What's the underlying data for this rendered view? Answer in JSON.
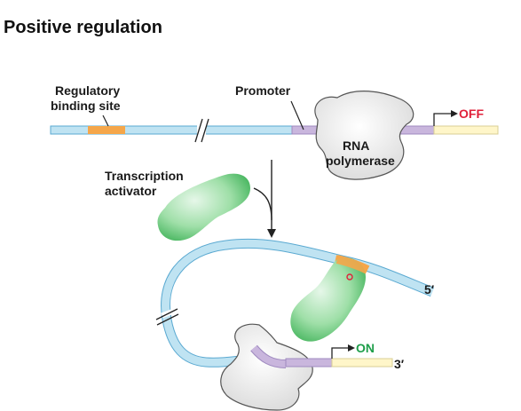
{
  "title": "Positive regulation",
  "labels": {
    "regulatory_site_line1": "Regulatory",
    "regulatory_site_line2": "binding site",
    "promoter": "Promoter",
    "rna_polymerase_line1": "RNA",
    "rna_polymerase_line2": "polymerase",
    "activator_line1": "Transcription",
    "activator_line2": "activator",
    "off": "OFF",
    "on": "ON",
    "five_prime": "5′",
    "three_prime": "3′"
  },
  "colors": {
    "dna": "#bfe3f2",
    "dna_outline": "#5aa9d1",
    "binding_site": "#f5a64a",
    "promoter": "#c9b6dd",
    "gene": "#fff6c9",
    "activator": "#8fd99a",
    "activator_light": "#d8f3dc",
    "polymerase": "#e4e4e4",
    "off_text": "#e0203a",
    "on_text": "#1e9e4a"
  }
}
